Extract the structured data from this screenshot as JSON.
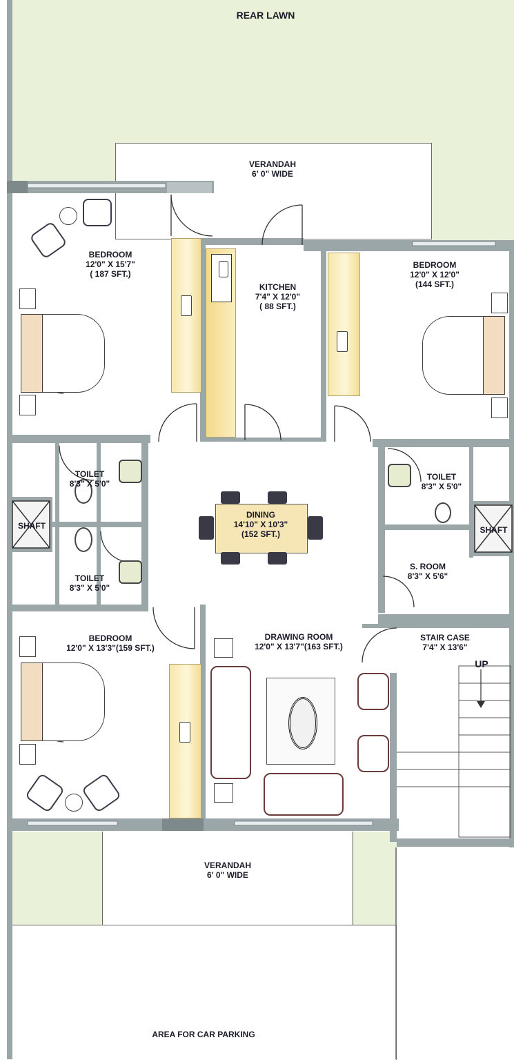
{
  "plan": {
    "rear_lawn": "REAR LAWN",
    "verandah_top": {
      "name": "VERANDAH",
      "size": "6' 0\" WIDE"
    },
    "bedroom_tl": {
      "name": "BEDROOM",
      "size": "12'0\" X 15'7\"",
      "area": "( 187 SFT.)"
    },
    "kitchen": {
      "name": "KITCHEN",
      "size": "7'4\" X 12'0\"",
      "area": "( 88 SFT.)"
    },
    "bedroom_tr": {
      "name": "BEDROOM",
      "size": "12'0\" X 12'0\"",
      "area": "(144 SFT.)"
    },
    "toilet_left_1": {
      "name": "TOILET",
      "size": "8'3\" X 5'0\""
    },
    "toilet_left_2": {
      "name": "TOILET",
      "size": "8'3\" X 5'0\""
    },
    "toilet_right": {
      "name": "TOILET",
      "size": "8'3\" X 5'0\""
    },
    "shaft_left": "SHAFT",
    "shaft_right": "SHAFT",
    "dining": {
      "name": "DINING",
      "size": "14'10\" X 10'3\"",
      "area": "(152 SFT.)"
    },
    "s_room": {
      "name": "S. ROOM",
      "size": "8'3\" X 5'6\""
    },
    "bedroom_bl": {
      "name": "BEDROOM",
      "size": "12'0\" X 13'3\"(159 SFT.)"
    },
    "drawing_room": {
      "name": "DRAWING ROOM",
      "size": "12'0\" X 13'7\"(163 SFT.)"
    },
    "stair_case": {
      "name": "STAIR CASE",
      "size": "7'4\" X 13'6\"",
      "up": "UP"
    },
    "verandah_bottom": {
      "name": "VERANDAH",
      "size": "6' 0\" WIDE"
    },
    "parking": "AREA FOR CAR PARKING"
  },
  "colors": {
    "lawn": "#e9f2d8",
    "wall": "#9aa6a8",
    "wardrobe": "#f7e7ad"
  }
}
